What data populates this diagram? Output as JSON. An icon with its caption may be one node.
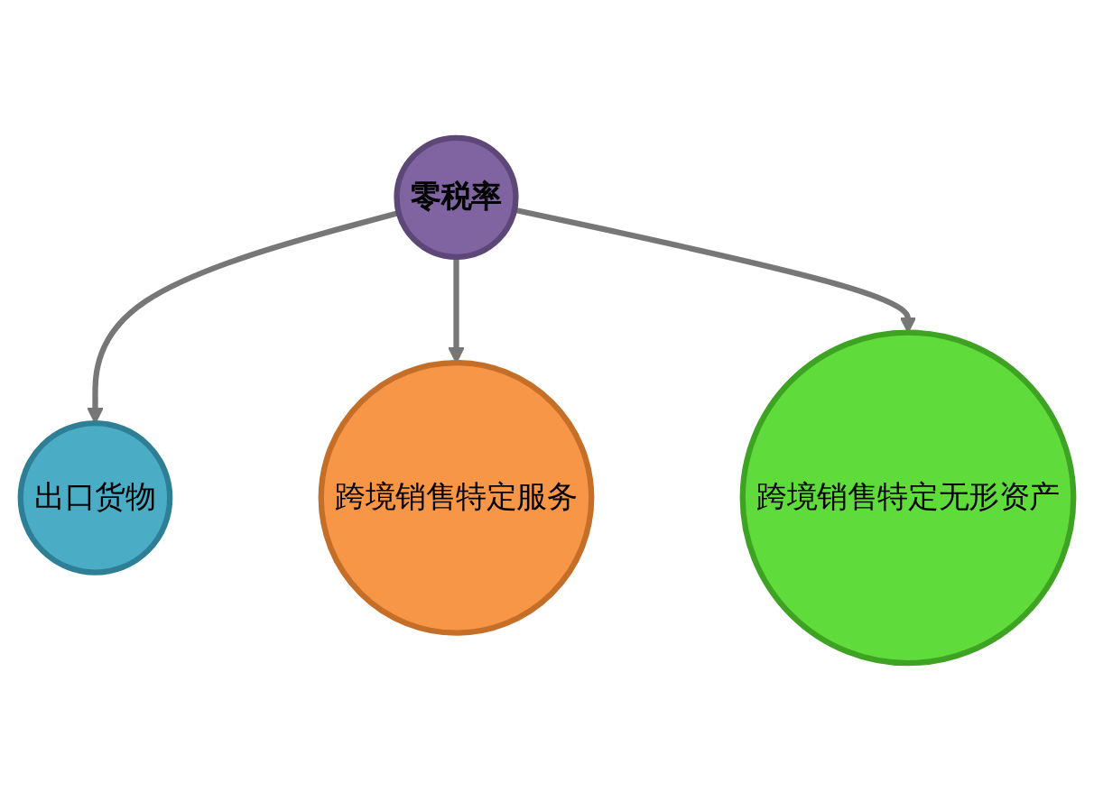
{
  "diagram": {
    "nodes": [
      {
        "text": [
          "出口货物"
        ]
      },
      {
        "text": [
          "零税率"
        ]
      },
      {
        "text": [
          "跨境销售特定服务"
        ]
      },
      {
        "text": [
          "跨境销售特定无形资产"
        ]
      }
    ],
    "edges": [
      {
        "from": 1,
        "to": 0,
        "arrow": "to"
      },
      {
        "from": 1,
        "to": 2,
        "arrow": "to"
      },
      {
        "from": 1,
        "to": 3,
        "arrow": "to"
      }
    ]
  }
}
